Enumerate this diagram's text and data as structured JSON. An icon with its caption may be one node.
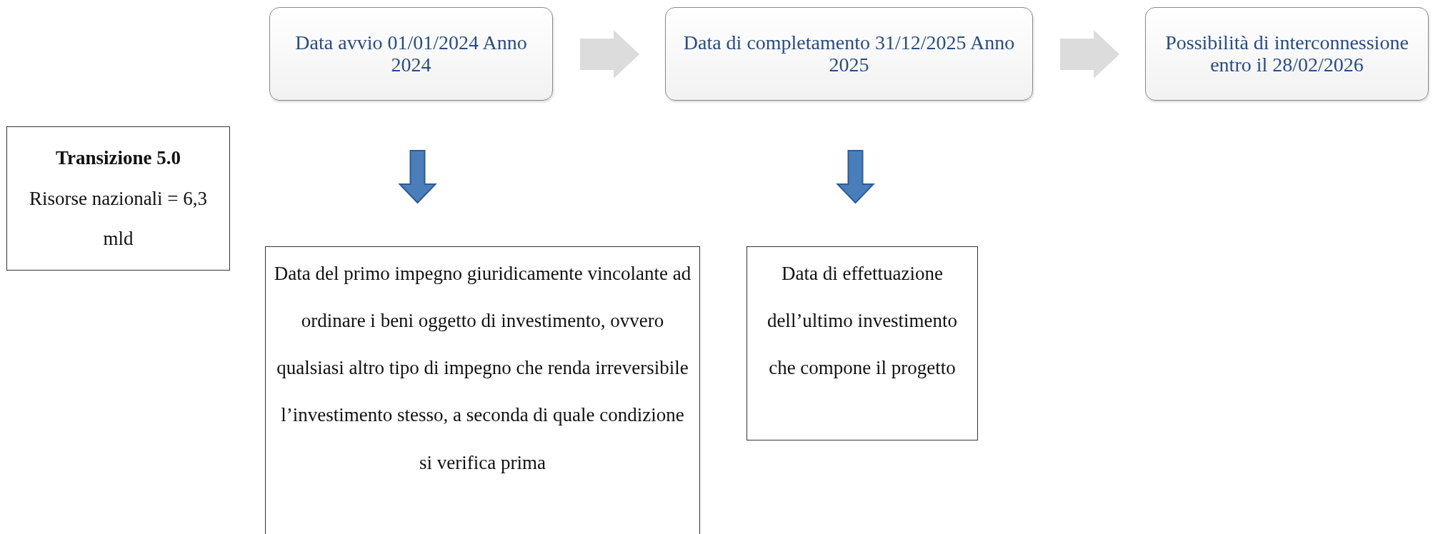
{
  "diagram": {
    "nodes": [
      {
        "text": [
          "Data avvio 01/01/2024 Anno 2024"
        ]
      },
      {
        "text": [
          "Data di completamento 31/12/2025 Anno 2025"
        ]
      },
      {
        "text": [
          "Possibilità di interconnessione entro il 28/02/2026"
        ]
      },
      {
        "text": [
          "Transizione 5.0",
          "Risorse nazionali = 6,3 mld"
        ]
      },
      {
        "text": [
          "Data del primo impegno giuridicamente vincolante ad ordinare i beni oggetto di investimento, ovvero qualsiasi altro tipo di impegno che renda irreversibile l’investimento stesso, a seconda di quale condizione si verifica prima"
        ]
      },
      {
        "text": [
          "Data di effettuazione dell’ultimo investimento che compone il progetto"
        ]
      }
    ],
    "edges": [
      {
        "from": 0,
        "to": 1,
        "arrow": "to"
      },
      {
        "from": 1,
        "to": 2,
        "arrow": "to"
      },
      {
        "from": 0,
        "to": 4,
        "arrow": "to",
        "color": "#4a7ebb"
      },
      {
        "from": 1,
        "to": 5,
        "arrow": "to",
        "color": "#4a7ebb"
      }
    ]
  }
}
